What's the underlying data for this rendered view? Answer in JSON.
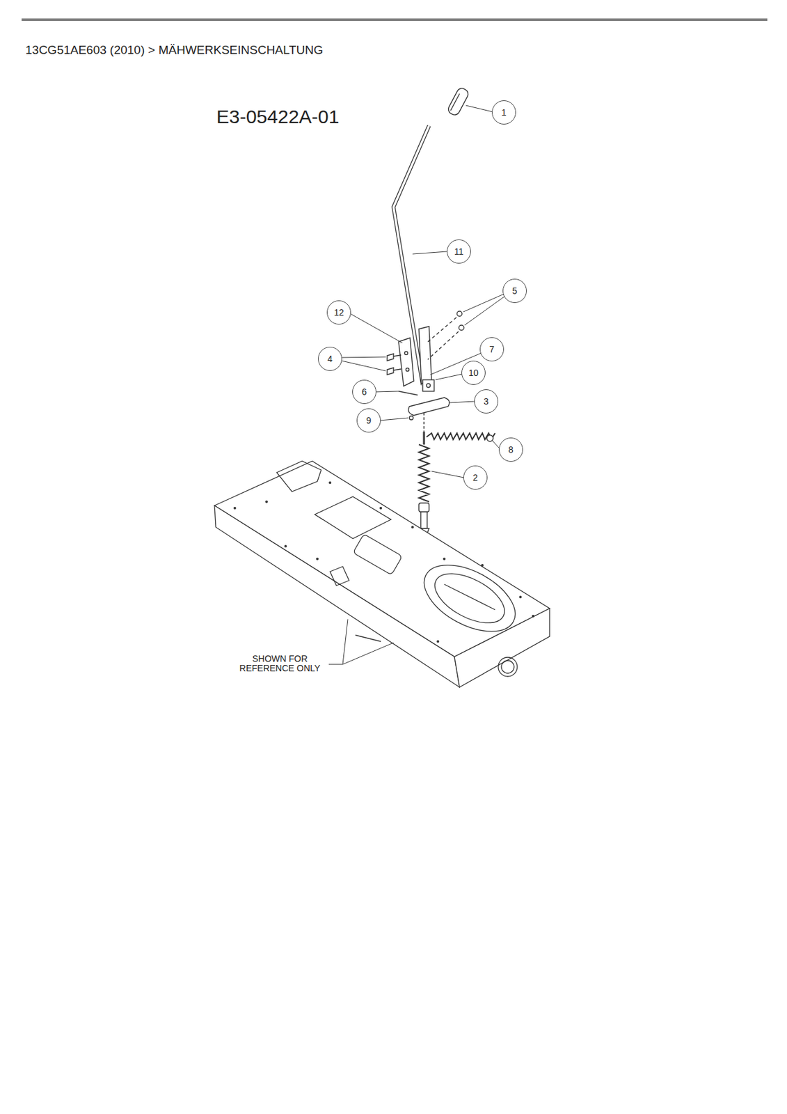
{
  "diagram": {
    "title": "13CG51AE603 (2010)  >  MÄHWERKSEINSCHALTUNG",
    "nodes": [
      {
        "text": [
          "1"
        ]
      },
      {
        "text": [
          "11"
        ]
      },
      {
        "text": [
          "5"
        ]
      },
      {
        "text": [
          "12"
        ]
      },
      {
        "text": [
          "7"
        ]
      },
      {
        "text": [
          "4"
        ]
      },
      {
        "text": [
          "10"
        ]
      },
      {
        "text": [
          "6"
        ]
      },
      {
        "text": [
          "3"
        ]
      },
      {
        "text": [
          "9"
        ]
      },
      {
        "text": [
          "8"
        ]
      },
      {
        "text": [
          "2"
        ]
      }
    ],
    "edges": [],
    "labels": [
      "E3-05422A-01",
      "SHOWN FOR REFERENCE ONLY"
    ]
  }
}
